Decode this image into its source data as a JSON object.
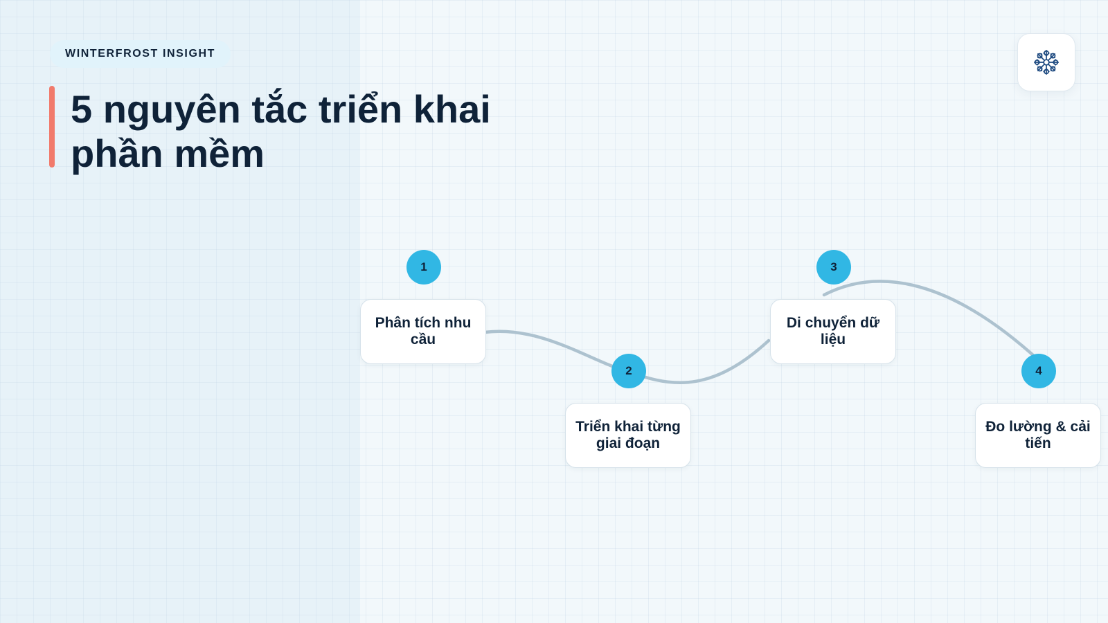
{
  "brand": {
    "label": "WINTERFROST INSIGHT"
  },
  "slide": {
    "title": "5 nguyên tắc triển khai phần mềm"
  },
  "logo": {
    "icon": "snowflake-icon",
    "color": "#1e4a80"
  },
  "colors": {
    "accent": "#f17a6b",
    "badge": "#31b7e4",
    "connector": "#adc2cf",
    "text": "#0f2238"
  },
  "steps": [
    {
      "number": "1",
      "label": "Phân tích nhu cầu"
    },
    {
      "number": "2",
      "label": "Triển khai từng giai đoạn"
    },
    {
      "number": "3",
      "label": "Di chuyển dữ liệu"
    },
    {
      "number": "4",
      "label": "Đo lường & cải tiến"
    }
  ]
}
